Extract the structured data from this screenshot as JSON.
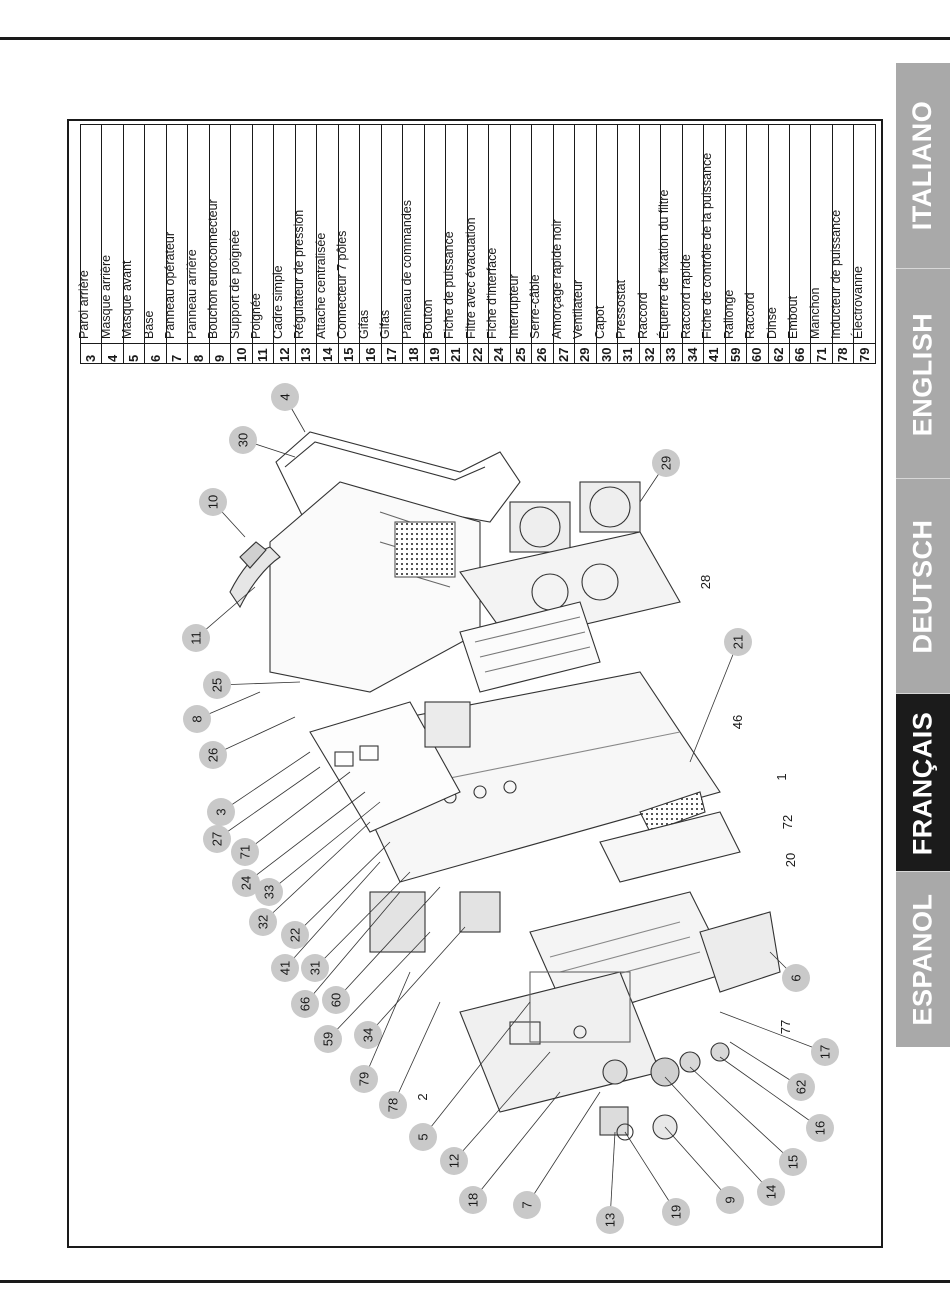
{
  "languages": [
    {
      "label": "ITALIANO",
      "active": false
    },
    {
      "label": "ENGLISH",
      "active": false
    },
    {
      "label": "DEUTSCH",
      "active": false
    },
    {
      "label": "FRANÇAIS",
      "active": true
    },
    {
      "label": "ESPANOL",
      "active": false
    }
  ],
  "parts": [
    {
      "num": "3",
      "name": "Paroi arrière"
    },
    {
      "num": "4",
      "name": "Masque arrière"
    },
    {
      "num": "5",
      "name": "Masque avant"
    },
    {
      "num": "6",
      "name": "Base"
    },
    {
      "num": "7",
      "name": "Panneau opérateur"
    },
    {
      "num": "8",
      "name": "Panneau arrière"
    },
    {
      "num": "9",
      "name": "Bouchon euroconnecteur"
    },
    {
      "num": "10",
      "name": "Support de poignée"
    },
    {
      "num": "11",
      "name": "Poignée"
    },
    {
      "num": "12",
      "name": "Cadre simple"
    },
    {
      "num": "13",
      "name": "Régulateur de pression"
    },
    {
      "num": "14",
      "name": "Attache centralisée"
    },
    {
      "num": "15",
      "name": "Connecteur 7 pôles"
    },
    {
      "num": "16",
      "name": "Gifas"
    },
    {
      "num": "17",
      "name": "Gifas"
    },
    {
      "num": "18",
      "name": "Panneau de commandes"
    },
    {
      "num": "19",
      "name": "Bouton"
    },
    {
      "num": "21",
      "name": "Fiche de puissance"
    },
    {
      "num": "22",
      "name": "Filtre avec évacuation"
    },
    {
      "num": "24",
      "name": "Fiche d'interface"
    },
    {
      "num": "25",
      "name": "Interrupteur"
    },
    {
      "num": "26",
      "name": "Serre-câble"
    },
    {
      "num": "27",
      "name": "Amorçage rapide noir"
    },
    {
      "num": "29",
      "name": "Ventilateur"
    },
    {
      "num": "30",
      "name": "Capot"
    },
    {
      "num": "31",
      "name": "Pressostat"
    },
    {
      "num": "32",
      "name": "Raccord"
    },
    {
      "num": "33",
      "name": "Équerre de fixation du filtre"
    },
    {
      "num": "34",
      "name": "Raccord rapide"
    },
    {
      "num": "41",
      "name": "Fiche de contrôle de la puissance"
    },
    {
      "num": "59",
      "name": "Rallonge"
    },
    {
      "num": "60",
      "name": "Raccord"
    },
    {
      "num": "62",
      "name": "Dinse"
    },
    {
      "num": "66",
      "name": "Embout"
    },
    {
      "num": "71",
      "name": "Manchon"
    },
    {
      "num": "78",
      "name": "Inducteur de puissance"
    },
    {
      "num": "79",
      "name": "Électrovanne"
    }
  ],
  "callouts": {
    "bubbles": [
      "4",
      "30",
      "10",
      "29",
      "11",
      "25",
      "8",
      "26",
      "3",
      "27",
      "71",
      "24",
      "33",
      "32",
      "22",
      "41",
      "31",
      "66",
      "60",
      "59",
      "34",
      "79",
      "78",
      "5",
      "12",
      "18",
      "7",
      "13",
      "19",
      "9",
      "14",
      "15",
      "16",
      "62",
      "17",
      "6",
      "21"
    ],
    "plain": [
      "28",
      "46",
      "1",
      "72",
      "20",
      "2",
      "77"
    ]
  }
}
